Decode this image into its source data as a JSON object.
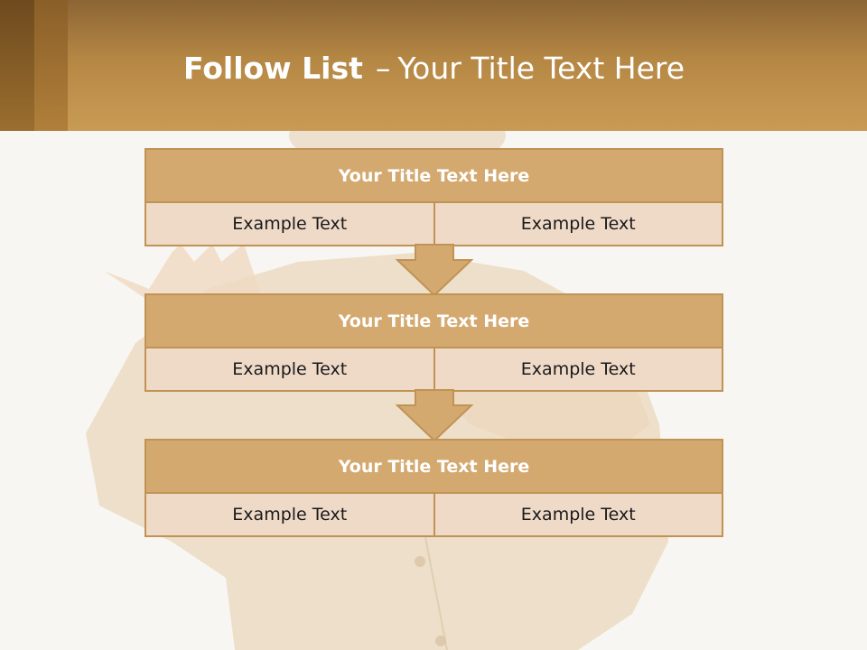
{
  "header": {
    "title_bold": "Follow List",
    "title_separator": "–",
    "title_rest": "Your Title Text Here"
  },
  "steps": [
    {
      "title": "Your Title Text Here",
      "left": "Example Text",
      "right": "Example Text"
    },
    {
      "title": "Your Title Text Here",
      "left": "Example Text",
      "right": "Example Text"
    },
    {
      "title": "Your Title Text Here",
      "left": "Example Text",
      "right": "Example Text"
    }
  ],
  "colors": {
    "header": "#c89b55",
    "block_title": "#d4a970",
    "block_body": "#efdac8",
    "border": "#c09355",
    "arrow": "#d4a970"
  }
}
